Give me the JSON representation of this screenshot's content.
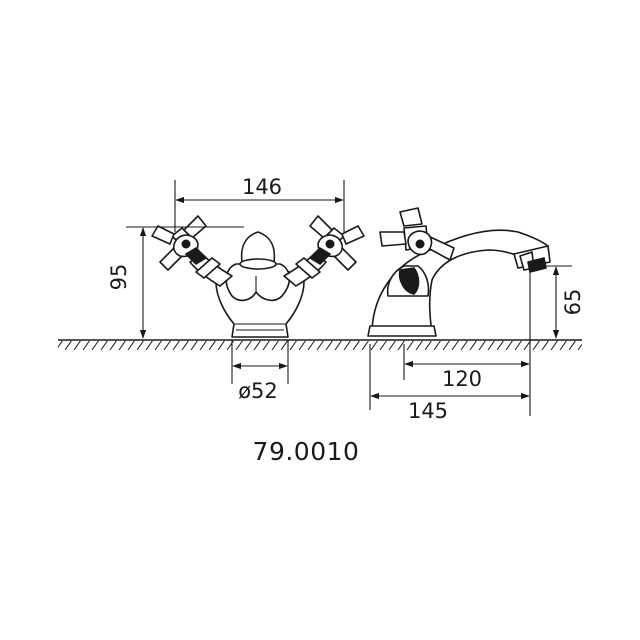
{
  "drawing": {
    "product_code": "79.0010",
    "dimensions": {
      "handle_spacing": "146",
      "front_height": "95",
      "base_diameter": "ø52",
      "side_height": "65",
      "spout_reach": "120",
      "overall_depth": "145"
    }
  }
}
